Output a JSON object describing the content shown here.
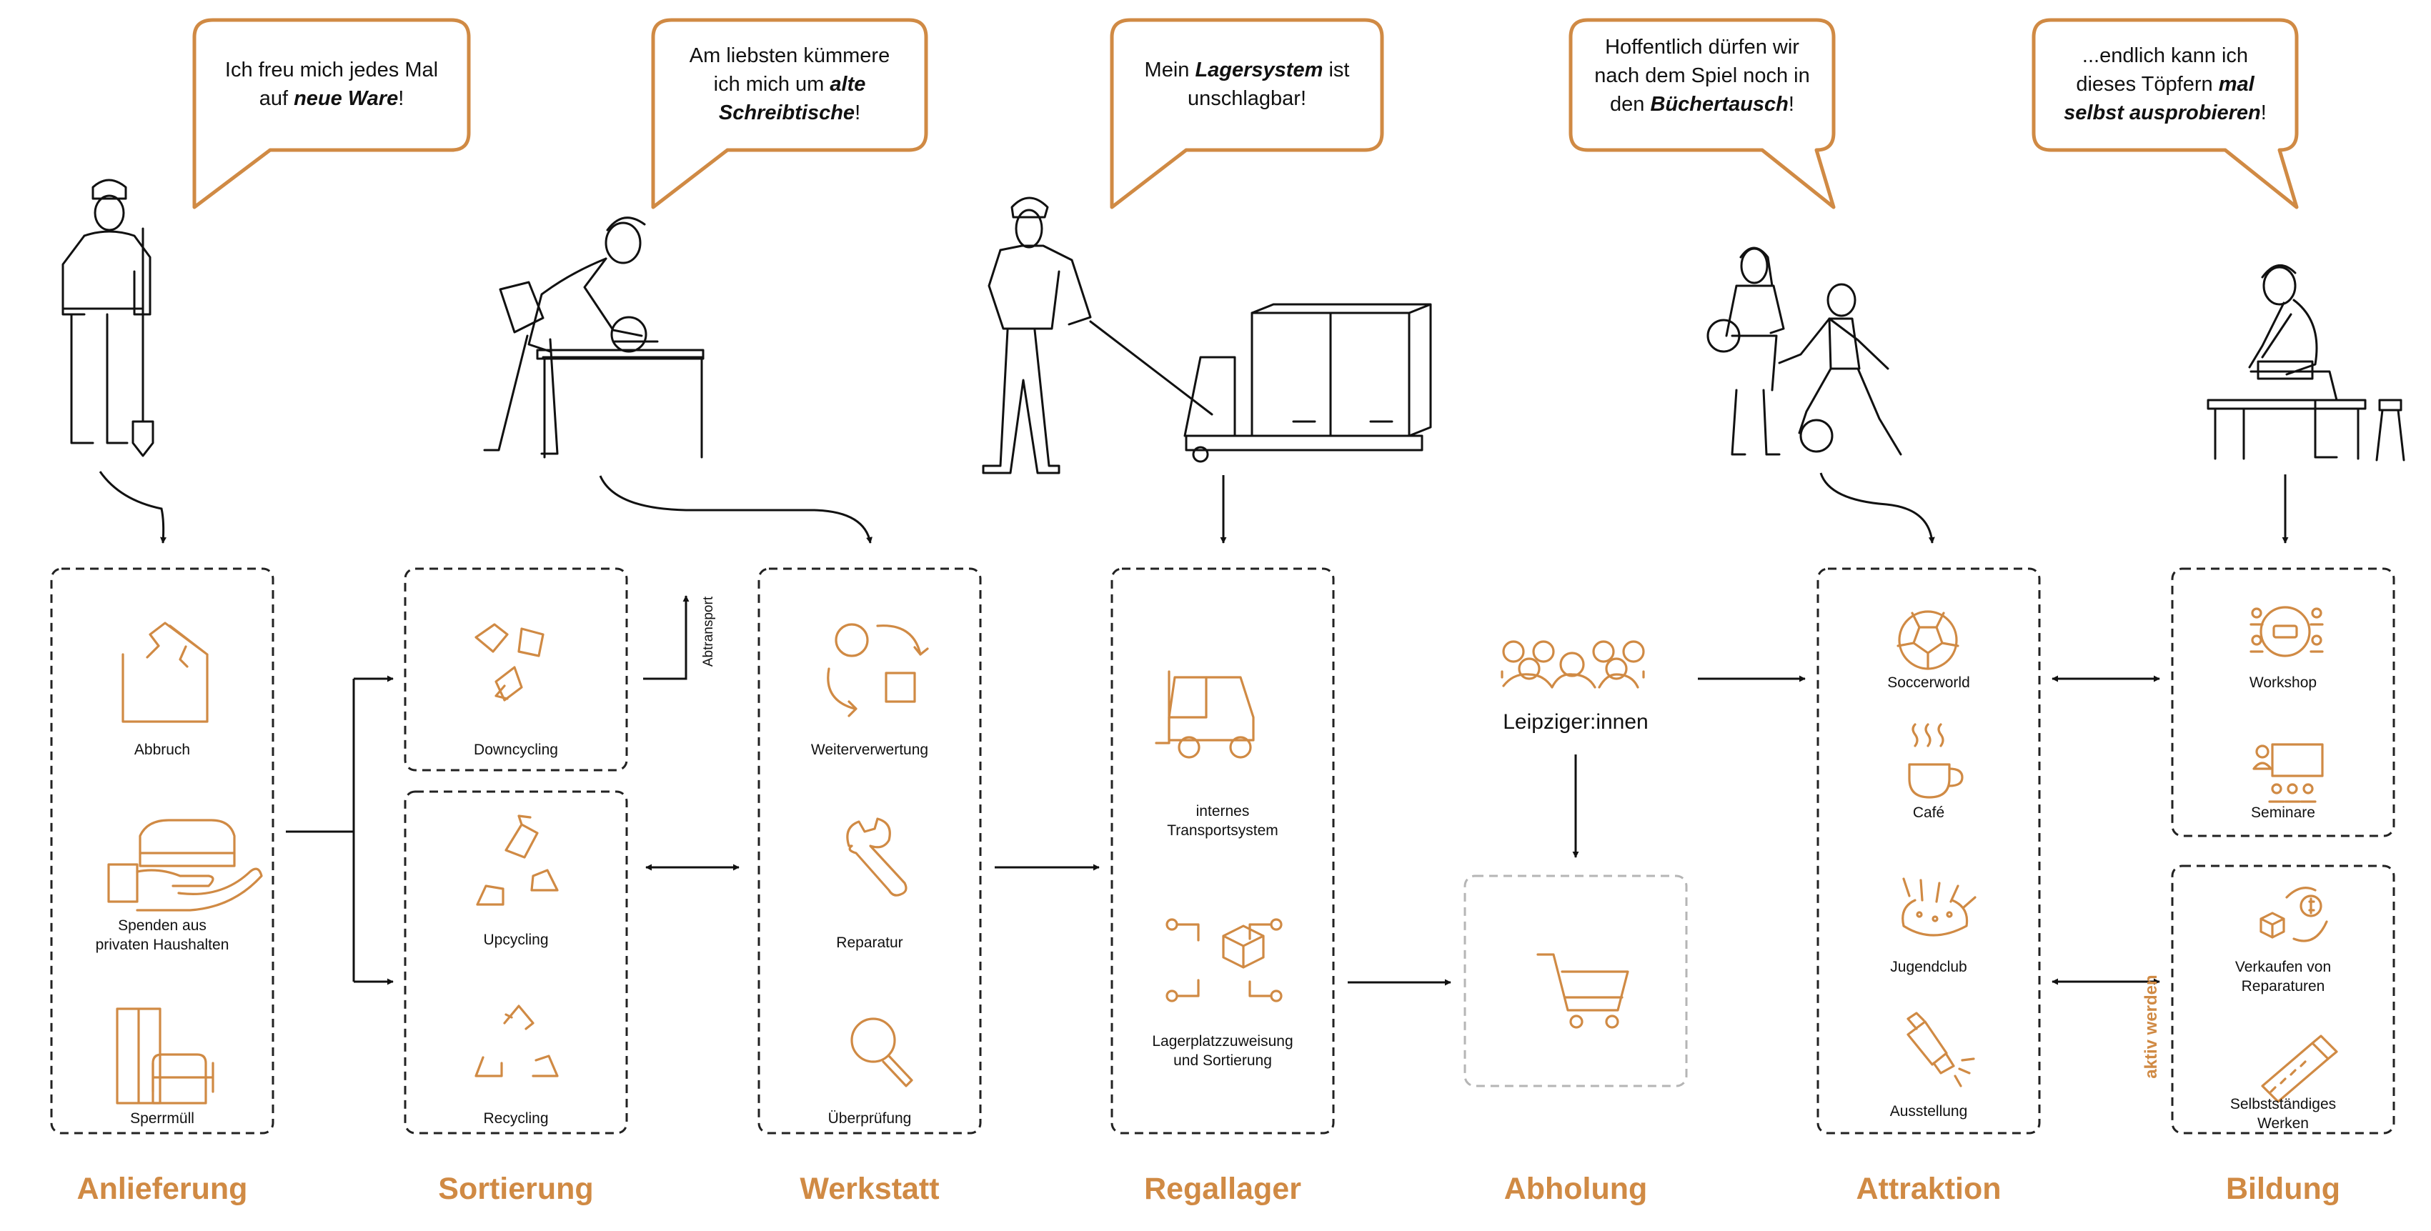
{
  "colors": {
    "accent": "#D08A44",
    "ink": "#111111",
    "dash": "#222222",
    "dash_light": "#b5b5b5"
  },
  "bubbles": [
    {
      "pre": "Ich freu mich jedes Mal\nauf ",
      "bold": "neue Ware",
      "post": "!"
    },
    {
      "pre": "Am liebsten kümmere\nich mich um ",
      "bold": "alte\nSchreibtische",
      "post": "!"
    },
    {
      "pre": "Mein ",
      "bold": "Lagersystem",
      "post": " ist\nunschlagbar!"
    },
    {
      "pre": "Hoffentlich dürfen wir\nnach dem Spiel noch in\nden ",
      "bold": "Büchertausch",
      "post": "!"
    },
    {
      "pre": "...endlich kann ich\ndieses Töpfern ",
      "bold": "mal\nselbst ausprobieren",
      "post": "!"
    }
  ],
  "stages": [
    "Anlieferung",
    "Sortierung",
    "Werkstatt",
    "Regallager",
    "Abholung",
    "Attraktion",
    "Bildung"
  ],
  "items": {
    "abbruch": "Abbruch",
    "spenden": "Spenden aus\nprivaten Haushalten",
    "sperrmuell": "Sperrmüll",
    "downcycling": "Downcycling",
    "abtransport": "Abtransport",
    "upcycling": "Upcycling",
    "recycling": "Recycling",
    "weiterverwertung": "Weiterverwertung",
    "reparatur": "Reparatur",
    "ueberpruefung": "Überprüfung",
    "transport": "internes\nTransportsystem",
    "lagerplatz": "Lagerplatzzuweisung\nund Sortierung",
    "leipziger": "Leipziger:innen",
    "soccerworld": "Soccerworld",
    "cafe": "Café",
    "jugendclub": "Jugendclub",
    "ausstellung": "Ausstellung",
    "workshop": "Workshop",
    "seminare": "Seminare",
    "verkaufen": "Verkaufen von\nReparaturen",
    "selbst": "Selbstständiges\nWerken",
    "aktiv": "aktiv werden"
  }
}
